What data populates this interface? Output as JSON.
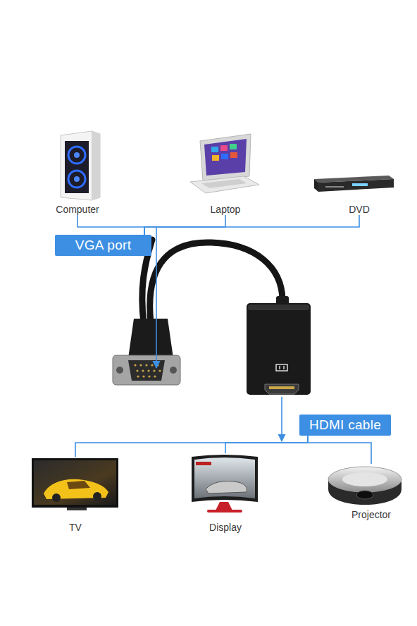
{
  "diagram": {
    "nodes": [
      {
        "text": [
          "Computer"
        ]
      },
      {
        "text": [
          "Laptop"
        ]
      },
      {
        "text": [
          "DVD"
        ]
      },
      {
        "text": [
          "VGA port"
        ]
      },
      {
        "text": [
          "HDMI cable"
        ]
      },
      {
        "text": [
          "TV"
        ]
      },
      {
        "text": [
          "Display"
        ]
      },
      {
        "text": [
          "Projector"
        ]
      }
    ],
    "edges": [
      {
        "from": 0,
        "to": 3,
        "arrow": "none"
      },
      {
        "from": 1,
        "to": 3,
        "arrow": "none"
      },
      {
        "from": 2,
        "to": 3,
        "arrow": "none"
      },
      {
        "from": 4,
        "to": 5,
        "arrow": "none"
      },
      {
        "from": 4,
        "to": 6,
        "arrow": "none"
      },
      {
        "from": 4,
        "to": 7,
        "arrow": "none"
      }
    ]
  }
}
